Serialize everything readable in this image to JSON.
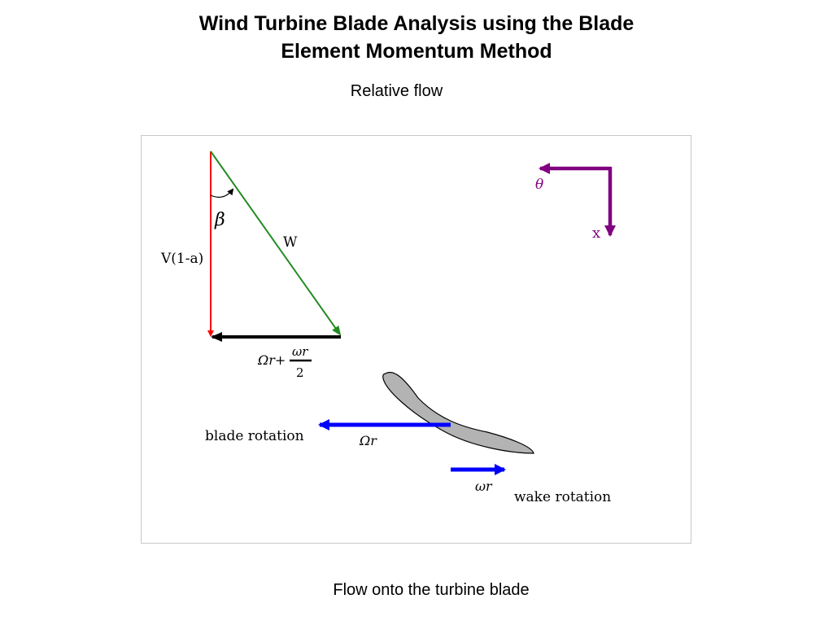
{
  "slide": {
    "title_line1": "Wind Turbine Blade Analysis using the Blade",
    "title_line2": "Element Momentum Method",
    "subtitle": "Relative flow",
    "caption": "Flow onto the turbine blade"
  },
  "diagram": {
    "labels": {
      "beta": "β",
      "w": "W",
      "v_axial": "V(1-a)",
      "tangential_prefix": "Ωr+",
      "tangential_numerator": "ωr",
      "tangential_denominator": "2",
      "theta": "θ",
      "x": "x",
      "blade_rotation": "blade rotation",
      "omega_r": "Ωr",
      "small_omega_r": "ωr",
      "wake_rotation": "wake rotation"
    },
    "colors": {
      "axial_arrow": "#ff0000",
      "relative_velocity_arrow": "#228B22",
      "tangential_arrow": "#000000",
      "axes": "#800080",
      "rotation_arrows": "#0000ff",
      "blade_fill": "#b3b3b3",
      "blade_outline": "#000000"
    }
  }
}
